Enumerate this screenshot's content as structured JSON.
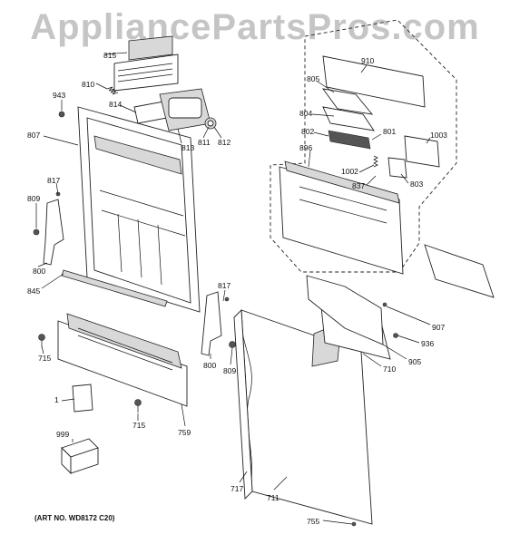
{
  "watermark": "AppliancePartsPros.com",
  "art_number": "(ART NO. WD8172 C20)",
  "labels": {
    "l815": "815",
    "l810": "810",
    "l943": "943",
    "l814": "814",
    "l807": "807",
    "l813": "813",
    "l811": "811",
    "l812": "812",
    "l817a": "817",
    "l809a": "809",
    "l800a": "800",
    "l845": "845",
    "l715a": "715",
    "l1": "1",
    "l715b": "715",
    "l999": "999",
    "l759": "759",
    "l817b": "817",
    "l800b": "800",
    "l809b": "809",
    "l910": "910",
    "l805": "805",
    "l804": "804",
    "l801": "801",
    "l802": "802",
    "l1003": "1003",
    "l896": "896",
    "l1002": "1002",
    "l837": "837",
    "l803": "803",
    "l907": "907",
    "l936": "936",
    "l905": "905",
    "l710": "710",
    "l717": "717",
    "l711": "711",
    "l755": "755"
  }
}
